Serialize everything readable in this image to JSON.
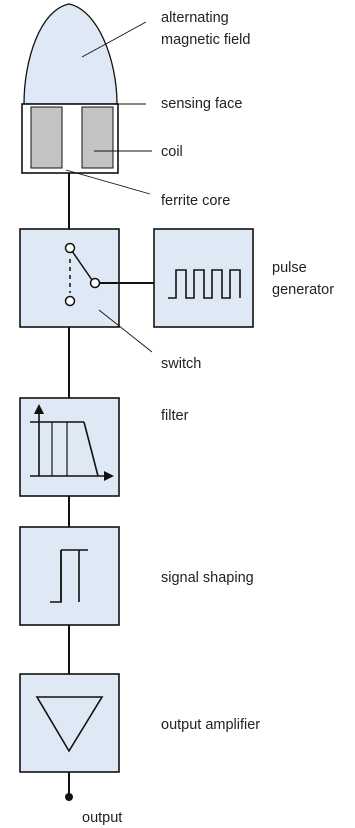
{
  "colors": {
    "block_fill": "#dfe8f5",
    "field_fill": "#dfe8f5",
    "coil_fill": "#c4c4c4",
    "stroke": "#111111",
    "text": "#222222"
  },
  "labels": {
    "magnetic_field": [
      "alternating",
      "magnetic field"
    ],
    "sensing_face": "sensing face",
    "coil": "coil",
    "ferrite_core": "ferrite core",
    "pulse_generator": [
      "pulse",
      "generator"
    ],
    "switch": "switch",
    "filter": "filter",
    "signal_shaping": "signal shaping",
    "output_amplifier": "output amplifier",
    "output": "output"
  },
  "icons": {
    "switch": "switch-symbol-icon",
    "pulse": "square-wave-icon",
    "filter": "lowpass-filter-icon",
    "shaping": "step-pulse-icon",
    "amplifier": "triangle-amplifier-icon"
  }
}
